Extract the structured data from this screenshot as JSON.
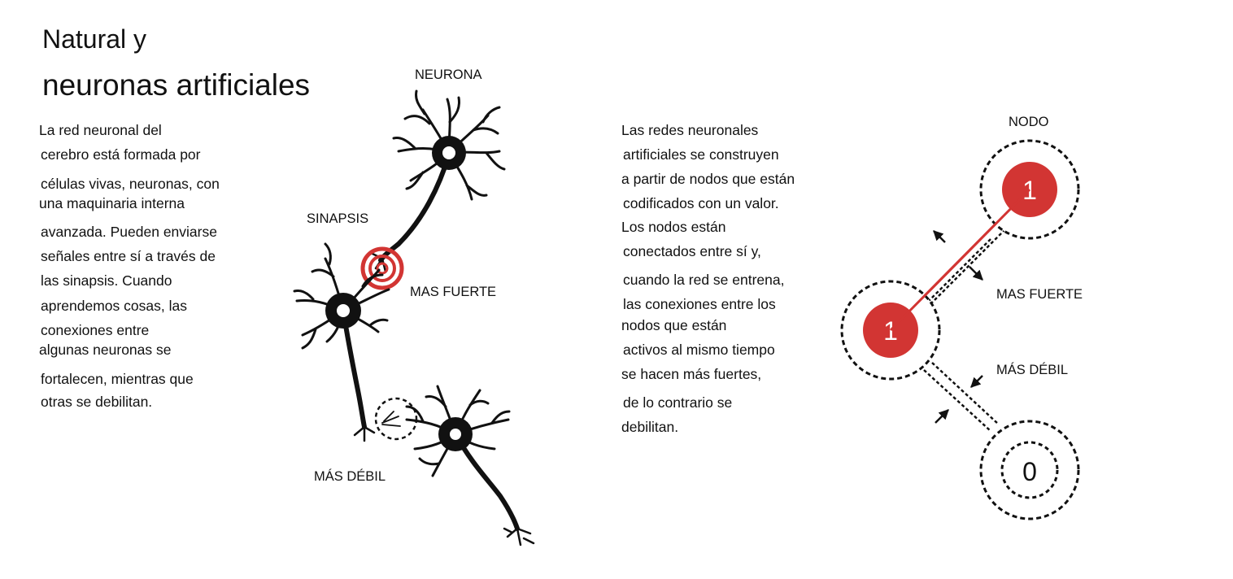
{
  "title": {
    "line1": "Natural y",
    "line2": "neuronas artificiales"
  },
  "left_text": [
    "La red neuronal del",
    "cerebro está formada por",
    "células vivas, neuronas, con",
    "una maquinaria interna",
    "avanzada. Pueden enviarse",
    "señales entre sí a través de",
    "las sinapsis. Cuando",
    "aprendemos cosas, las",
    "conexiones entre",
    "algunas neuronas se",
    "fortalecen, mientras que",
    "otras se debilitan."
  ],
  "right_text": [
    "Las redes neuronales",
    "artificiales se construyen",
    "a partir de nodos que están",
    "codificados con un valor.",
    "Los nodos están",
    "conectados entre sí y,",
    "cuando la red se entrena,",
    "las conexiones entre los",
    "nodos que están",
    "activos al mismo tiempo",
    "se hacen más fuertes,",
    "de lo contrario se",
    "debilitan."
  ],
  "neuron_labels": {
    "neurona": "NEURONA",
    "sinapsis": "SINAPSIS",
    "stronger": "MAS FUERTE",
    "weaker": "MÁS DÉBIL"
  },
  "node_labels": {
    "nodo": "NODO",
    "stronger": "MAS FUERTE",
    "weaker": "MÁS DÉBIL"
  },
  "nodes": {
    "top": "1",
    "middle": "1",
    "bottom": "0"
  },
  "colors": {
    "accent": "#d23533",
    "ink": "#111111"
  }
}
